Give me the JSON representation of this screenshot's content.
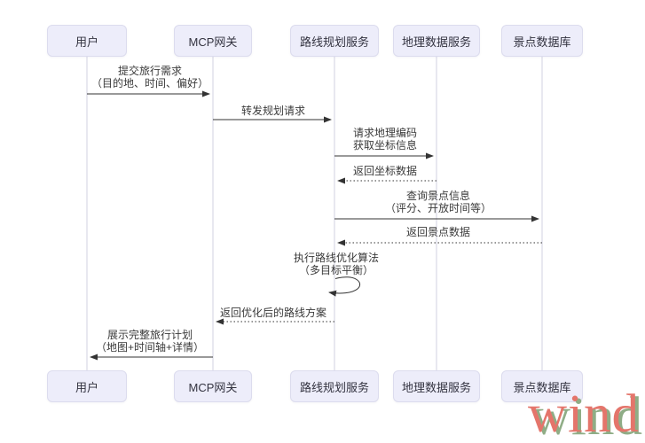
{
  "diagram": {
    "type": "sequence-diagram",
    "title": "",
    "actors": [
      {
        "name": "用户"
      },
      {
        "name": "MCP网关"
      },
      {
        "name": "路线规划服务"
      },
      {
        "name": "地理数据服务"
      },
      {
        "name": "景点数据库"
      }
    ],
    "messages": [
      {
        "from": "用户",
        "to": "MCP网关",
        "style": "solid",
        "line1": "提交旅行需求",
        "line2": "（目的地、时间、偏好）"
      },
      {
        "from": "MCP网关",
        "to": "路线规划服务",
        "style": "solid",
        "line1": "转发规划请求",
        "line2": ""
      },
      {
        "from": "路线规划服务",
        "to": "地理数据服务",
        "style": "solid",
        "line1": "请求地理编码",
        "line2": "获取坐标信息"
      },
      {
        "from": "地理数据服务",
        "to": "路线规划服务",
        "style": "dashed",
        "line1": "返回坐标数据",
        "line2": ""
      },
      {
        "from": "路线规划服务",
        "to": "景点数据库",
        "style": "solid",
        "line1": "查询景点信息",
        "line2": "（评分、开放时间等）"
      },
      {
        "from": "景点数据库",
        "to": "路线规划服务",
        "style": "dashed",
        "line1": "返回景点数据",
        "line2": ""
      },
      {
        "from": "路线规划服务",
        "to": "路线规划服务",
        "style": "self-loop",
        "line1": "执行路线优化算法",
        "line2": "（多目标平衡）"
      },
      {
        "from": "路线规划服务",
        "to": "MCP网关",
        "style": "dashed",
        "line1": "返回优化后的路线方案",
        "line2": ""
      },
      {
        "from": "MCP网关",
        "to": "用户",
        "style": "solid",
        "line1": "展示完整旅行计划",
        "line2": "（地图+时间轴+详情）"
      }
    ]
  },
  "watermark": {
    "text": "wind"
  },
  "colors": {
    "actor_box_bg": "#ededfa",
    "actor_box_border": "#dcdcee",
    "lifeline": "#d2d2e2",
    "arrow": "#333333",
    "label_text": "#3a3a3a",
    "watermark_fill": "#e4756b",
    "watermark_shadow": "#8fad86",
    "background": "#ffffff"
  }
}
